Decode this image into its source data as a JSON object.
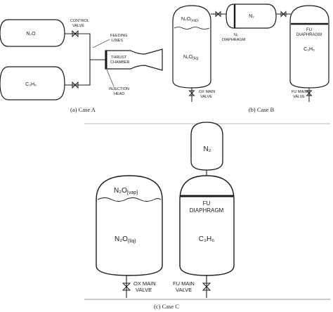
{
  "case_a": {
    "caption": "(a) Case A",
    "tank_top_label": "N₂O",
    "tank_bottom_label": "C₃H₆",
    "control_valve": [
      "CONTROL",
      "VALVE"
    ],
    "feeding_lines": [
      "FEEDING",
      "LINES"
    ],
    "thrust_chamber": [
      "THRUST",
      "CHAMBER"
    ],
    "injection_head": [
      "INJECTION",
      "HEAD"
    ]
  },
  "case_b": {
    "caption": "(b) Case B",
    "n2o_vap": "N₂O",
    "n2o_vap_sub": "(vap)",
    "n2o_liq": "N₂O",
    "n2o_liq_sub": "(liq)",
    "n2_label": "N₂",
    "n2_diaphragm": [
      "N₂",
      "DIAPHRAGM"
    ],
    "fu_diaphragm": [
      "FU",
      "DIAPHRAGM"
    ],
    "c3h6_label": "C₃H₆",
    "ox_main_valve": [
      "OX MAIN",
      "VALVE"
    ],
    "fu_main_valve": [
      "FU MAIN",
      "VALVE"
    ]
  },
  "case_c": {
    "caption": "(c) Case C",
    "n2_label": "N₂",
    "n2o_vap": "N₂O",
    "n2o_vap_sub": "[vap]",
    "n2o_liq": "N₂O",
    "n2o_liq_sub": "(liq)",
    "fu_diaphragm": [
      "FU",
      "DIAPHRAGM"
    ],
    "c3h6_label": "C₃H₆",
    "ox_main_valve": [
      "OX MAIN",
      "VALVE"
    ],
    "fu_main_valve": [
      "FU MAIN",
      "VALVE"
    ]
  }
}
